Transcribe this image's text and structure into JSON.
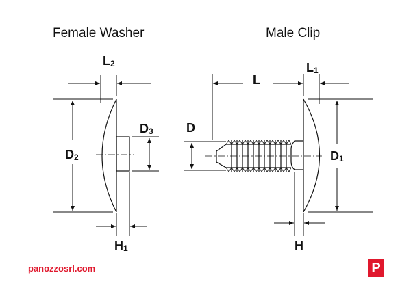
{
  "titles": {
    "washer": "Female Washer",
    "clip": "Male Clip"
  },
  "dimensions": {
    "L2": {
      "base": "L",
      "sub": "2"
    },
    "D3": {
      "base": "D",
      "sub": "3"
    },
    "D2": {
      "base": "D",
      "sub": "2"
    },
    "H1": {
      "base": "H",
      "sub": "1"
    },
    "L": {
      "base": "L",
      "sub": ""
    },
    "L1": {
      "base": "L",
      "sub": "1"
    },
    "D": {
      "base": "D",
      "sub": ""
    },
    "D1": {
      "base": "D",
      "sub": "1"
    },
    "H": {
      "base": "H",
      "sub": ""
    }
  },
  "website": "panozzosrl.com",
  "logo": {
    "letter": "P",
    "color": "#e0182d"
  },
  "colors": {
    "line": "#111111",
    "brand": "#e0182d"
  }
}
